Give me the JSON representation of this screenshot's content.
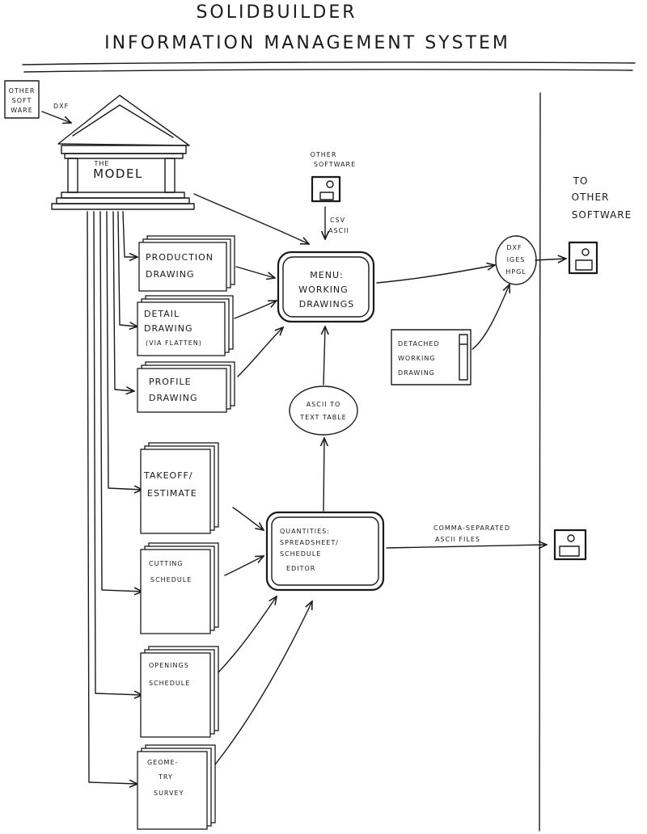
{
  "title": {
    "line1": "SOLIDBUILDER",
    "line2": "INFORMATION MANAGEMENT SYSTEM"
  },
  "other_software_dxf": {
    "box": [
      "OTHER",
      "SOFT",
      "WARE"
    ],
    "arrow_label": "DXF"
  },
  "model": {
    "line1": "THE",
    "line2": "MODEL"
  },
  "other_software_csv": {
    "label": [
      "OTHER",
      "SOFTWARE"
    ],
    "arrow_label": [
      "CSV",
      "ASCII"
    ],
    "icon": "disk-icon"
  },
  "to_other_software": [
    "TO",
    "OTHER",
    "SOFTWARE"
  ],
  "drawings": {
    "production": [
      "PRODUCTION",
      "DRAWING"
    ],
    "detail": [
      "DETAIL",
      "DRAWING",
      "(VIA FLATTEN)"
    ],
    "profile": [
      "PROFILE",
      "DRAWING"
    ]
  },
  "menu": [
    "MENU:",
    "WORKING",
    "DRAWINGS"
  ],
  "export_formats": [
    "DXF",
    "IGES",
    "HPGL"
  ],
  "detached": [
    "DETACHED",
    "WORKING",
    "DRAWING"
  ],
  "ascii_table": [
    "ASCII TO",
    "TEXT TABLE"
  ],
  "schedules": {
    "takeoff": [
      "TAKEOFF/",
      "ESTIMATE"
    ],
    "cutting": [
      "CUTTING",
      "SCHEDULE"
    ],
    "openings": [
      "OPENINGS",
      "SCHEDULE"
    ],
    "geometry": [
      "GEOME-",
      "TRY",
      "SURVEY"
    ]
  },
  "quantities": [
    "QUANTITIES:",
    "SPREADSHEET/",
    "SCHEDULE",
    "EDITOR"
  ],
  "csv_files_label": [
    "COMMA-SEPARATED",
    "ASCII FILES"
  ],
  "icons": {
    "disk": "disk-icon"
  }
}
